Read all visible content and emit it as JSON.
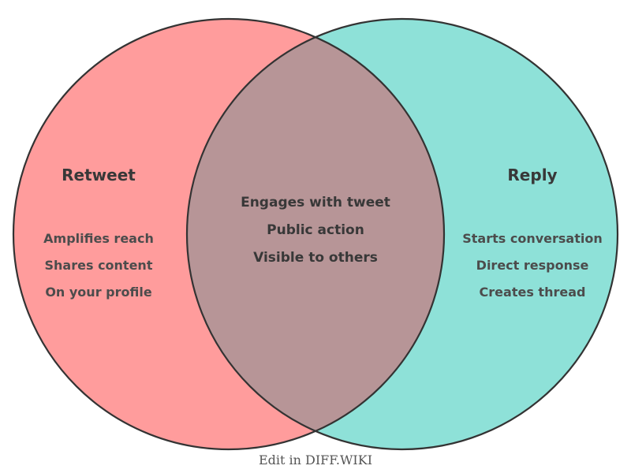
{
  "left_circle": {
    "title": "Retweet",
    "items": [
      "Amplifies reach",
      "Shares content",
      "On your profile"
    ],
    "fill": "#ff9c9c"
  },
  "right_circle": {
    "title": "Reply",
    "items": [
      "Starts conversation",
      "Direct response",
      "Creates thread"
    ],
    "fill": "#8ee1d8"
  },
  "intersection": {
    "items": [
      "Engages with tweet",
      "Public action",
      "Visible to others"
    ],
    "fill": "#b79597"
  },
  "outline_color": "#333333",
  "footer": {
    "edit_link_label": "Edit in DIFF.WIKI"
  }
}
